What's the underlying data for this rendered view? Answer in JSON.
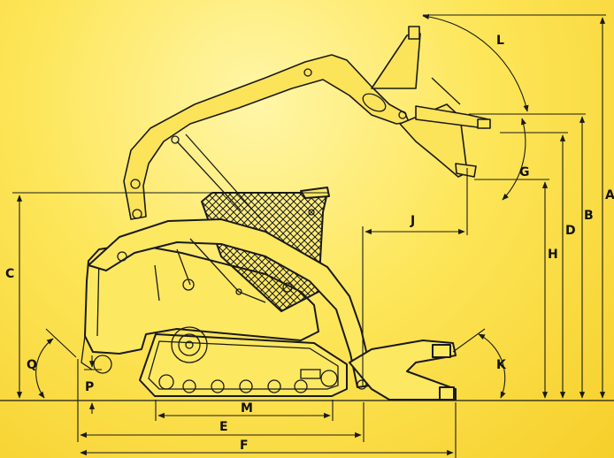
{
  "colors": {
    "background": "#fde65a",
    "ink": "#1a1a1a"
  },
  "dimension_labels": {
    "A": "A",
    "B": "B",
    "C": "C",
    "D": "D",
    "E": "E",
    "F": "F",
    "G": "G",
    "H": "H",
    "J": "J",
    "K": "K",
    "L": "L",
    "M": "M",
    "P": "P",
    "Q": "Q"
  }
}
